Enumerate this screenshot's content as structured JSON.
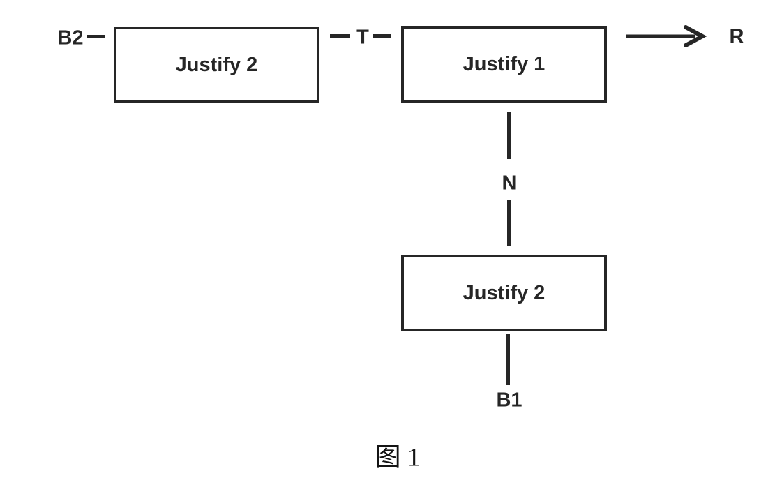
{
  "diagram": {
    "caption": "图 1",
    "nodes": [
      {
        "id": "top-left",
        "label": "Justify 2"
      },
      {
        "id": "top-right",
        "label": "Justify 1"
      },
      {
        "id": "bottom",
        "label": "Justify 2"
      }
    ],
    "terminals": {
      "b2": "B2",
      "t": "T",
      "r": "R",
      "n": "N",
      "b1": "B1"
    },
    "colors": {
      "ink": "#262626",
      "background": "#ffffff"
    }
  }
}
